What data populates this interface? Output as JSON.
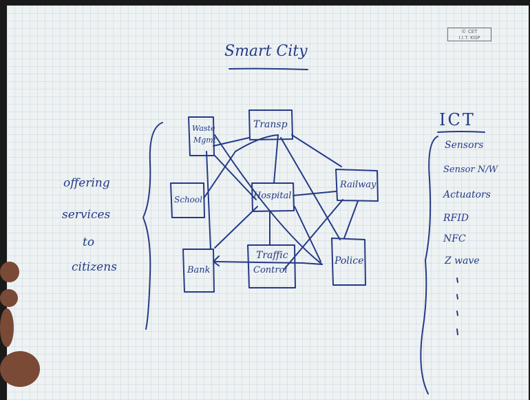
{
  "title": "Smart City",
  "stamp": {
    "line1": "© CET",
    "line2": "I.I.T. KGP"
  },
  "side_note": [
    "offering",
    "services",
    "to",
    "citizens"
  ],
  "nodes": {
    "waste": {
      "line1": "Waste",
      "line2": "Mgmt"
    },
    "transport": "Transp",
    "school": "School",
    "hospital": "Hospital",
    "railway": "Railway",
    "bank": "Bank",
    "traffic": {
      "line1": "Traffic",
      "line2": "Control"
    },
    "police": "Police"
  },
  "ict": {
    "heading": "ICT",
    "items": [
      "Sensors",
      "Sensor N/W",
      "Actuators",
      "RFID",
      "NFC",
      "Z wave"
    ]
  },
  "ink_color": "#243a86"
}
